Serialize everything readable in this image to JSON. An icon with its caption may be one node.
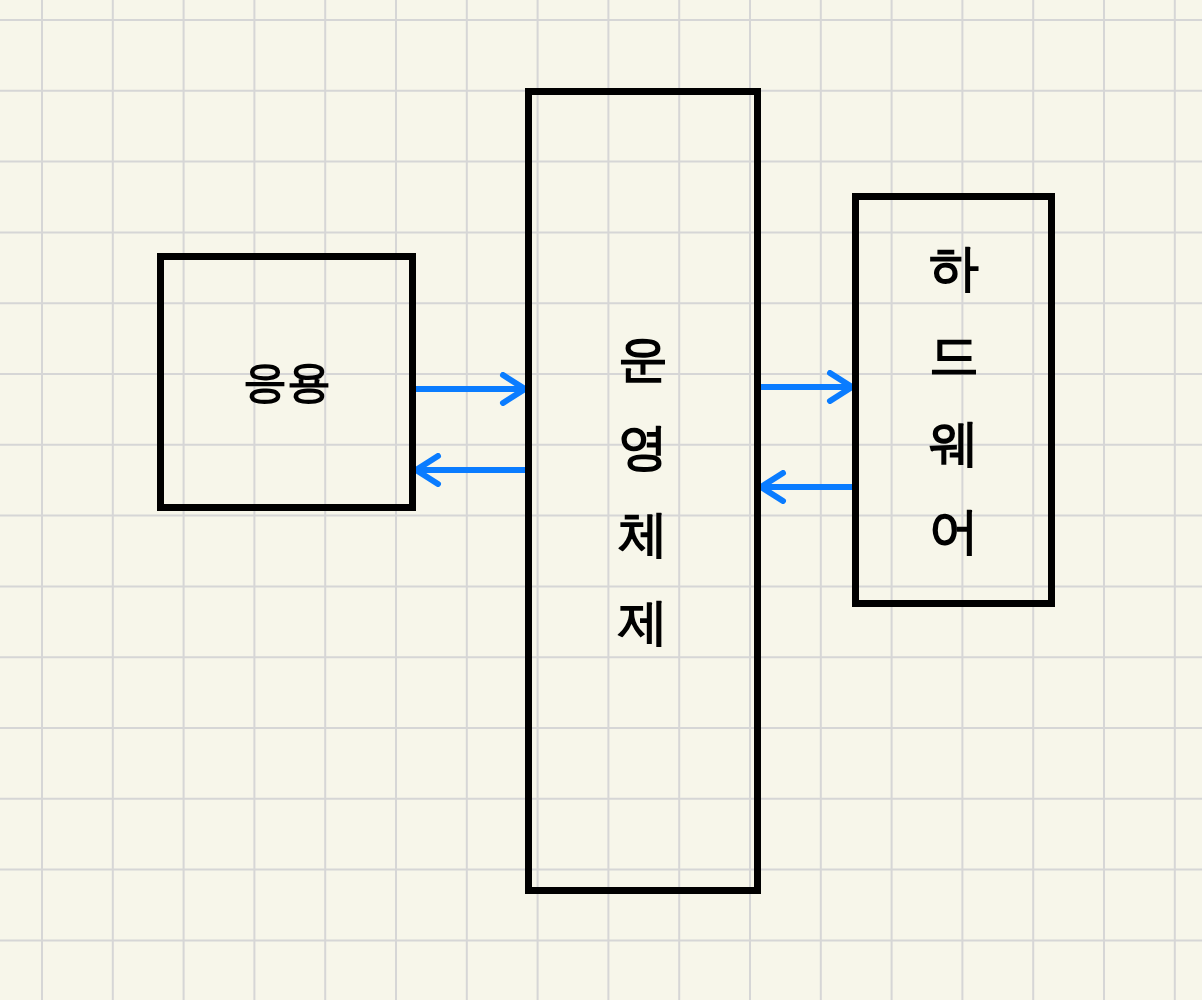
{
  "diagram": {
    "nodes": [
      {
        "text": [
          "응용"
        ]
      },
      {
        "text": [
          "운영체제"
        ]
      },
      {
        "text": [
          "하드웨어"
        ]
      }
    ],
    "edges": [
      {
        "from": 0,
        "to": 1,
        "arrow": "to"
      },
      {
        "from": 1,
        "to": 0,
        "arrow": "to"
      },
      {
        "from": 1,
        "to": 2,
        "arrow": "to"
      },
      {
        "from": 2,
        "to": 1,
        "arrow": "to"
      }
    ]
  }
}
